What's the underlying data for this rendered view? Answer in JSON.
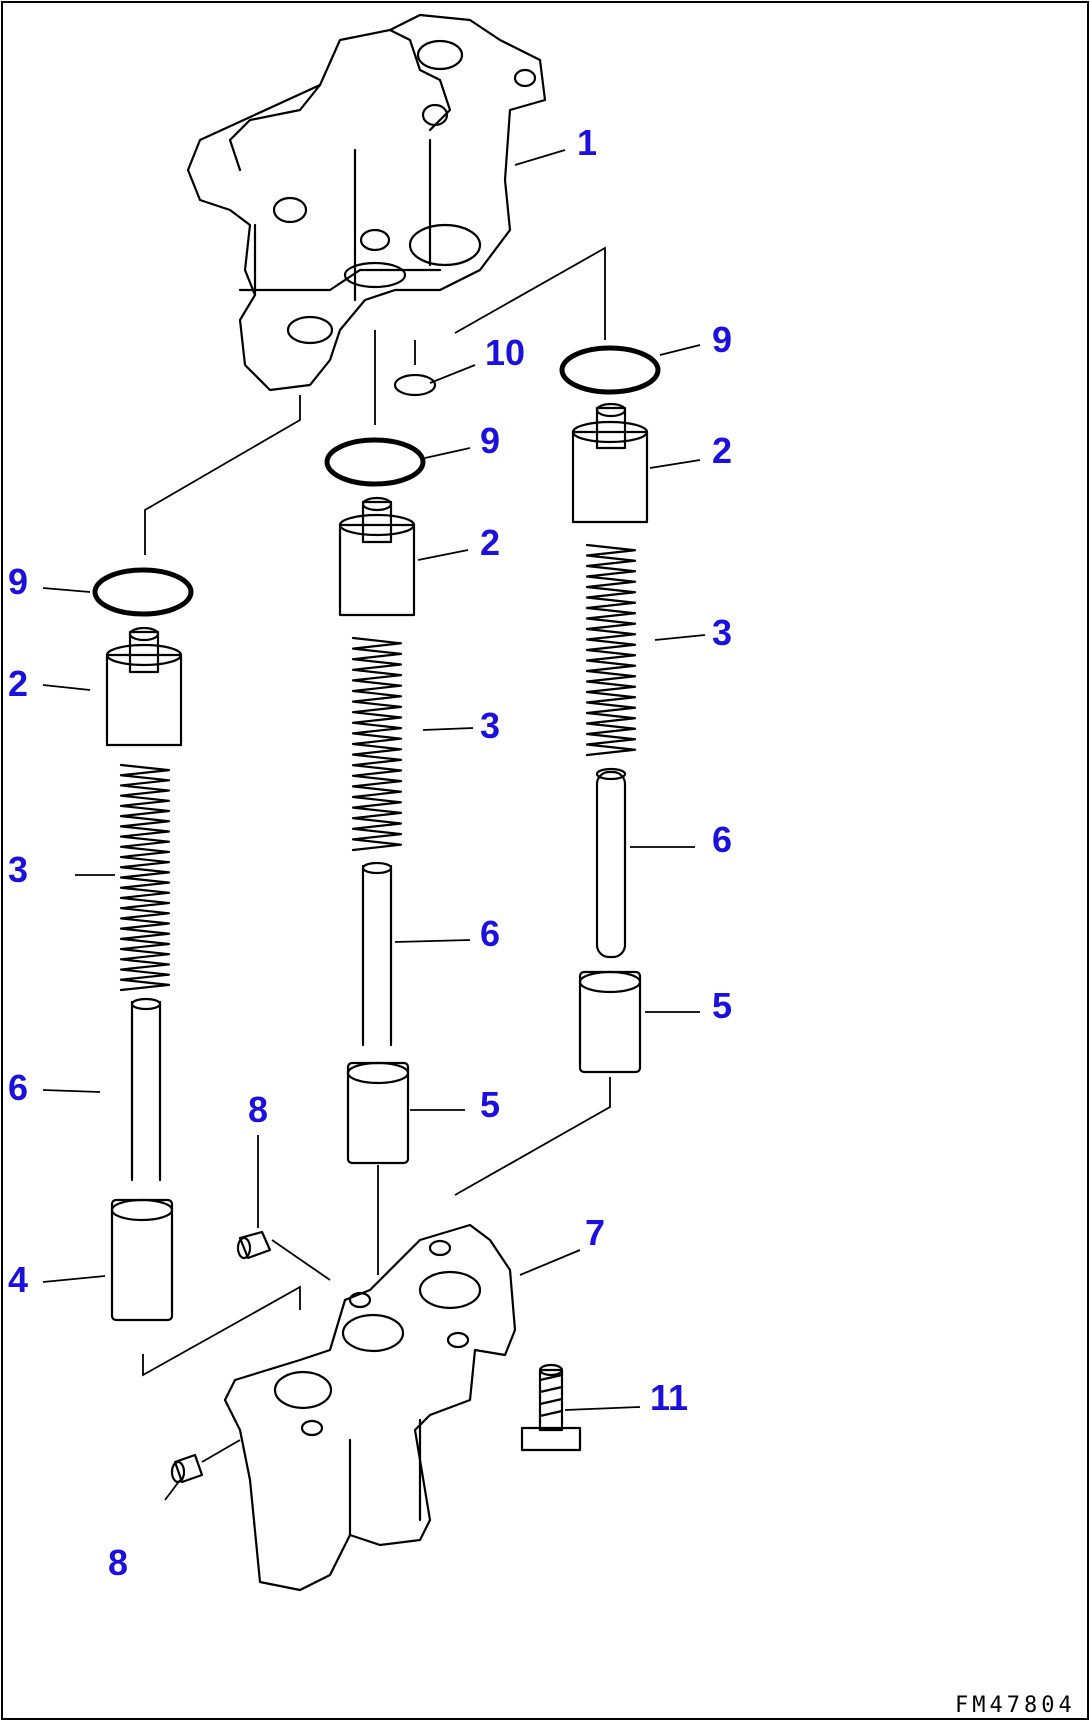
{
  "drawing_code": "FM47804",
  "callouts": {
    "c1": "1",
    "c10": "10",
    "c9a": "9",
    "c9b": "9",
    "c9c": "9",
    "c2a": "2",
    "c2b": "2",
    "c2c": "2",
    "c3a": "3",
    "c3b": "3",
    "c3c": "3",
    "c6a": "6",
    "c6b": "6",
    "c6c": "6",
    "c5a": "5",
    "c5b": "5",
    "c4": "4",
    "c8a": "8",
    "c8b": "8",
    "c7": "7",
    "c11": "11"
  },
  "colors": {
    "callout": "#1a10e0",
    "line": "#000000",
    "background": "#ffffff"
  }
}
